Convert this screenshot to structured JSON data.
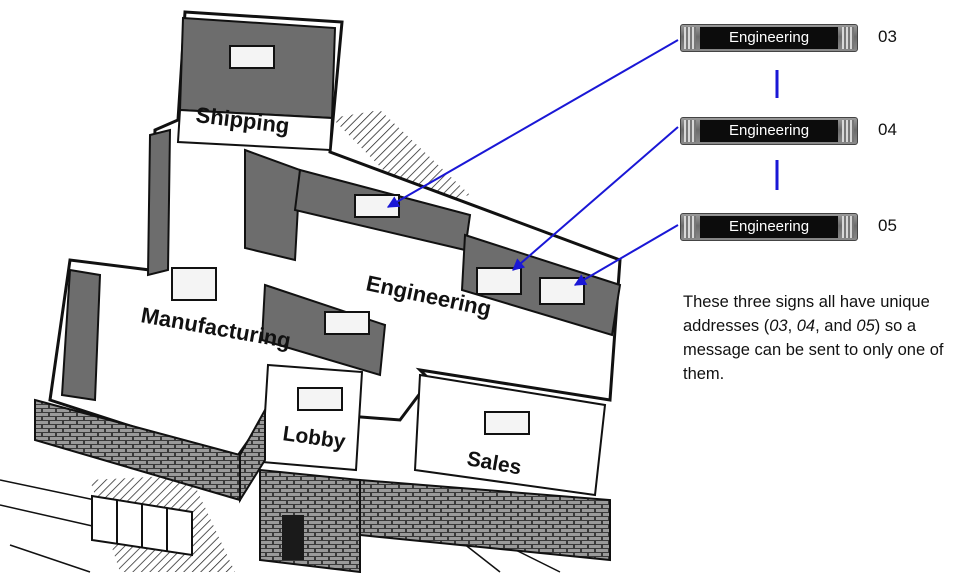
{
  "rooms": {
    "shipping": "Shipping",
    "engineering": "Engineering",
    "manufacturing": "Manufacturing",
    "lobby": "Lobby",
    "sales": "Sales"
  },
  "signs": [
    {
      "message": "Engineering",
      "address": "03"
    },
    {
      "message": "Engineering",
      "address": "04"
    },
    {
      "message": "Engineering",
      "address": "05"
    }
  ],
  "caption": {
    "part1": "These three signs all have unique addresses (",
    "addr1": "03",
    "sep1": ", ",
    "addr2": "04",
    "sep2": ", and ",
    "addr3": "05",
    "part2": ") so a message can be sent to only one of them."
  },
  "colors": {
    "arrow": "#1a17d6",
    "wall": "#6d6d6d",
    "brick": "#3a3a3a",
    "floor": "#ffffff"
  }
}
